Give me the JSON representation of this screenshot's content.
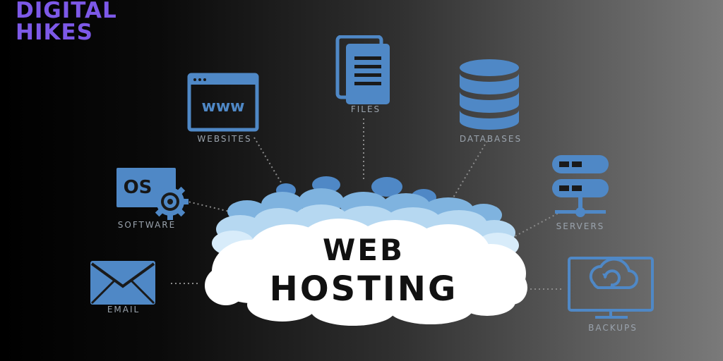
{
  "logo": {
    "line1": "DIGITAL",
    "line2": "HIKES"
  },
  "headline": {
    "line1": "WEB",
    "line2": "HOSTING"
  },
  "nodes": {
    "files": "FILES",
    "websites": "WEBSITES",
    "databases": "DATABASES",
    "software": "SOFTWARE",
    "servers": "SERVERS",
    "email": "EMAIL",
    "backups": "BACKUPS"
  },
  "icons": {
    "websites_text": "www",
    "os_text": "OS"
  },
  "colors": {
    "icon_blue": "#4f88c6",
    "logo_purple": "#7d59e8",
    "cloud_white": "#ffffff",
    "cloud_blue": "#a9d0ef"
  }
}
